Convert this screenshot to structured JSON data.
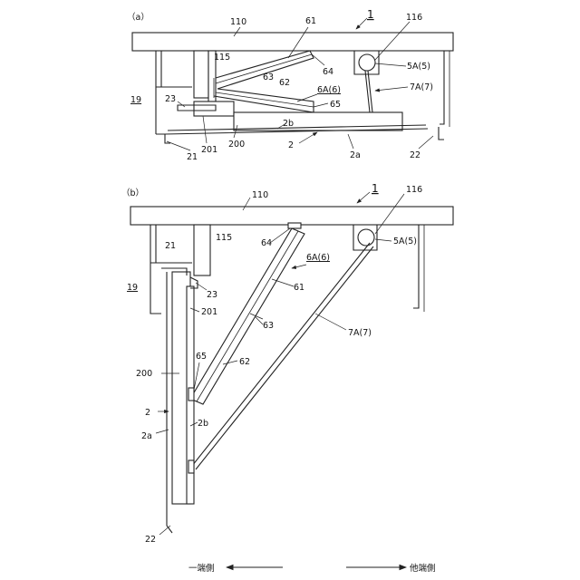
{
  "panel_a": {
    "caption": "（a）",
    "labels": {
      "ref_1": "1",
      "l110": "110",
      "l61": "61",
      "l116": "116",
      "l115": "115",
      "l64": "64",
      "l5a": "5A(5)",
      "l63": "63",
      "l62": "62",
      "l6a": "6A(6)",
      "l7a": "7A(7)",
      "l19": "19",
      "l23": "23",
      "l65": "65",
      "l2b": "2b",
      "l21": "21",
      "l201": "201",
      "l200": "200",
      "l2": "2",
      "l2a": "2a",
      "l22": "22"
    }
  },
  "panel_b": {
    "caption": "（b）",
    "labels": {
      "l110": "110",
      "ref_1": "1",
      "l116": "116",
      "l21": "21",
      "l115": "115",
      "l64": "64",
      "l5a": "5A(5)",
      "l6a": "6A(6)",
      "l19": "19",
      "l23": "23",
      "l61": "61",
      "l201": "201",
      "l63": "63",
      "l7a": "7A(7)",
      "l65": "65",
      "l62": "62",
      "l200": "200",
      "l2": "2",
      "l2b": "2b",
      "l2a": "2a",
      "l22": "22"
    }
  },
  "footer": {
    "left_side": "一端側",
    "right_side": "他端側"
  }
}
